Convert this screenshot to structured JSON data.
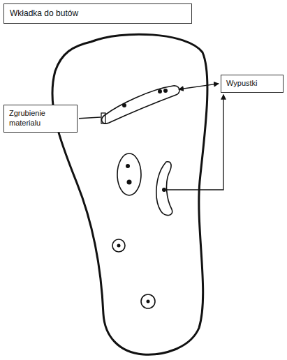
{
  "diagram": {
    "title": "Wkładka do butów",
    "nodes": [
      {
        "text": [
          "Zgrubienie materialu"
        ]
      },
      {
        "text": [
          "Wypustki"
        ]
      }
    ]
  }
}
